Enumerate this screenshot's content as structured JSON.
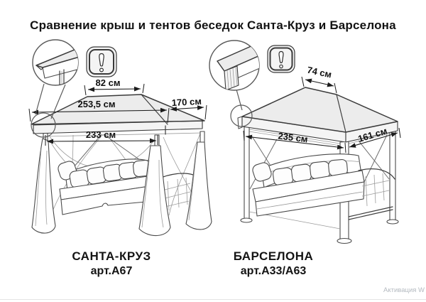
{
  "title": "Сравнение крыш и тентов беседок Санта-Круз и Барселона",
  "left": {
    "name": "САНТА-КРУЗ",
    "sku": "арт.А67",
    "dims": {
      "ridge": "82 см",
      "front": "253,5 см",
      "side": "170 см",
      "frame": "233 см"
    }
  },
  "right": {
    "name": "БАРСЕЛОНА",
    "sku": "арт.А33/А63",
    "dims": {
      "ridge": "74 см",
      "front": "235 см",
      "side": "161 см"
    }
  },
  "watermark": "Активация W",
  "colors": {
    "line": "#3e3e3e",
    "roof_fill": "#ececec",
    "icon_bg": "#f4f4f4",
    "watermark": "#b4bac0",
    "background": "#ffffff"
  }
}
